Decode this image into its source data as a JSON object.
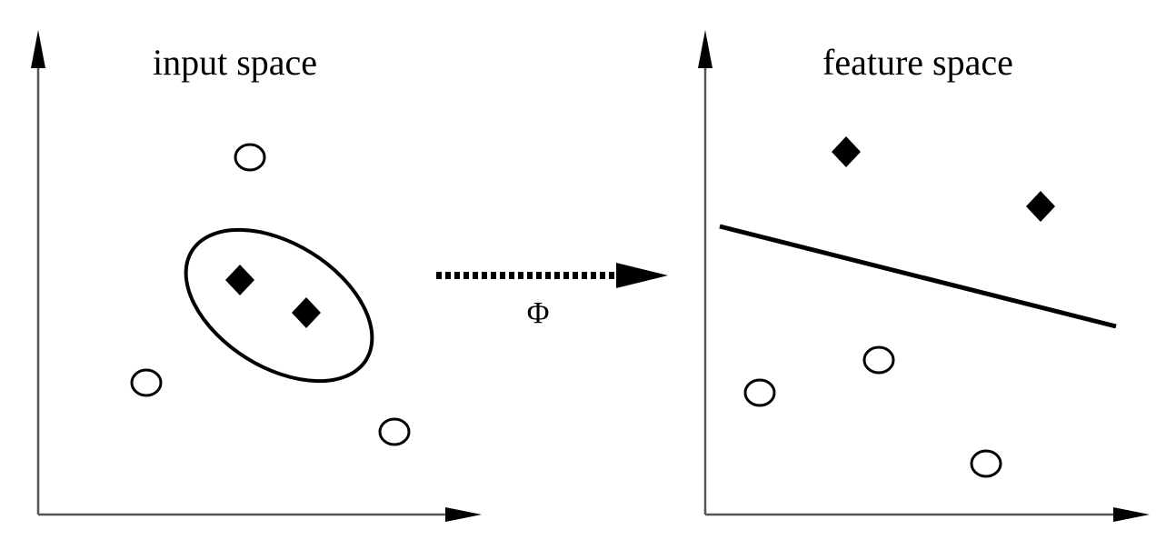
{
  "labels": {
    "input_title": "input space",
    "feature_title": "feature space",
    "mapping_symbol": "Φ"
  },
  "colors": {
    "ink": "#000000",
    "background": "#ffffff"
  },
  "legend_symbols": {
    "class_a": "open-circle",
    "class_b": "filled-diamond"
  },
  "panels": {
    "input_space": {
      "circle_count": 3,
      "diamond_count": 2,
      "separator": "ellipse"
    },
    "feature_space": {
      "circle_count": 3,
      "diamond_count": 2,
      "separator": "straight-line"
    }
  }
}
